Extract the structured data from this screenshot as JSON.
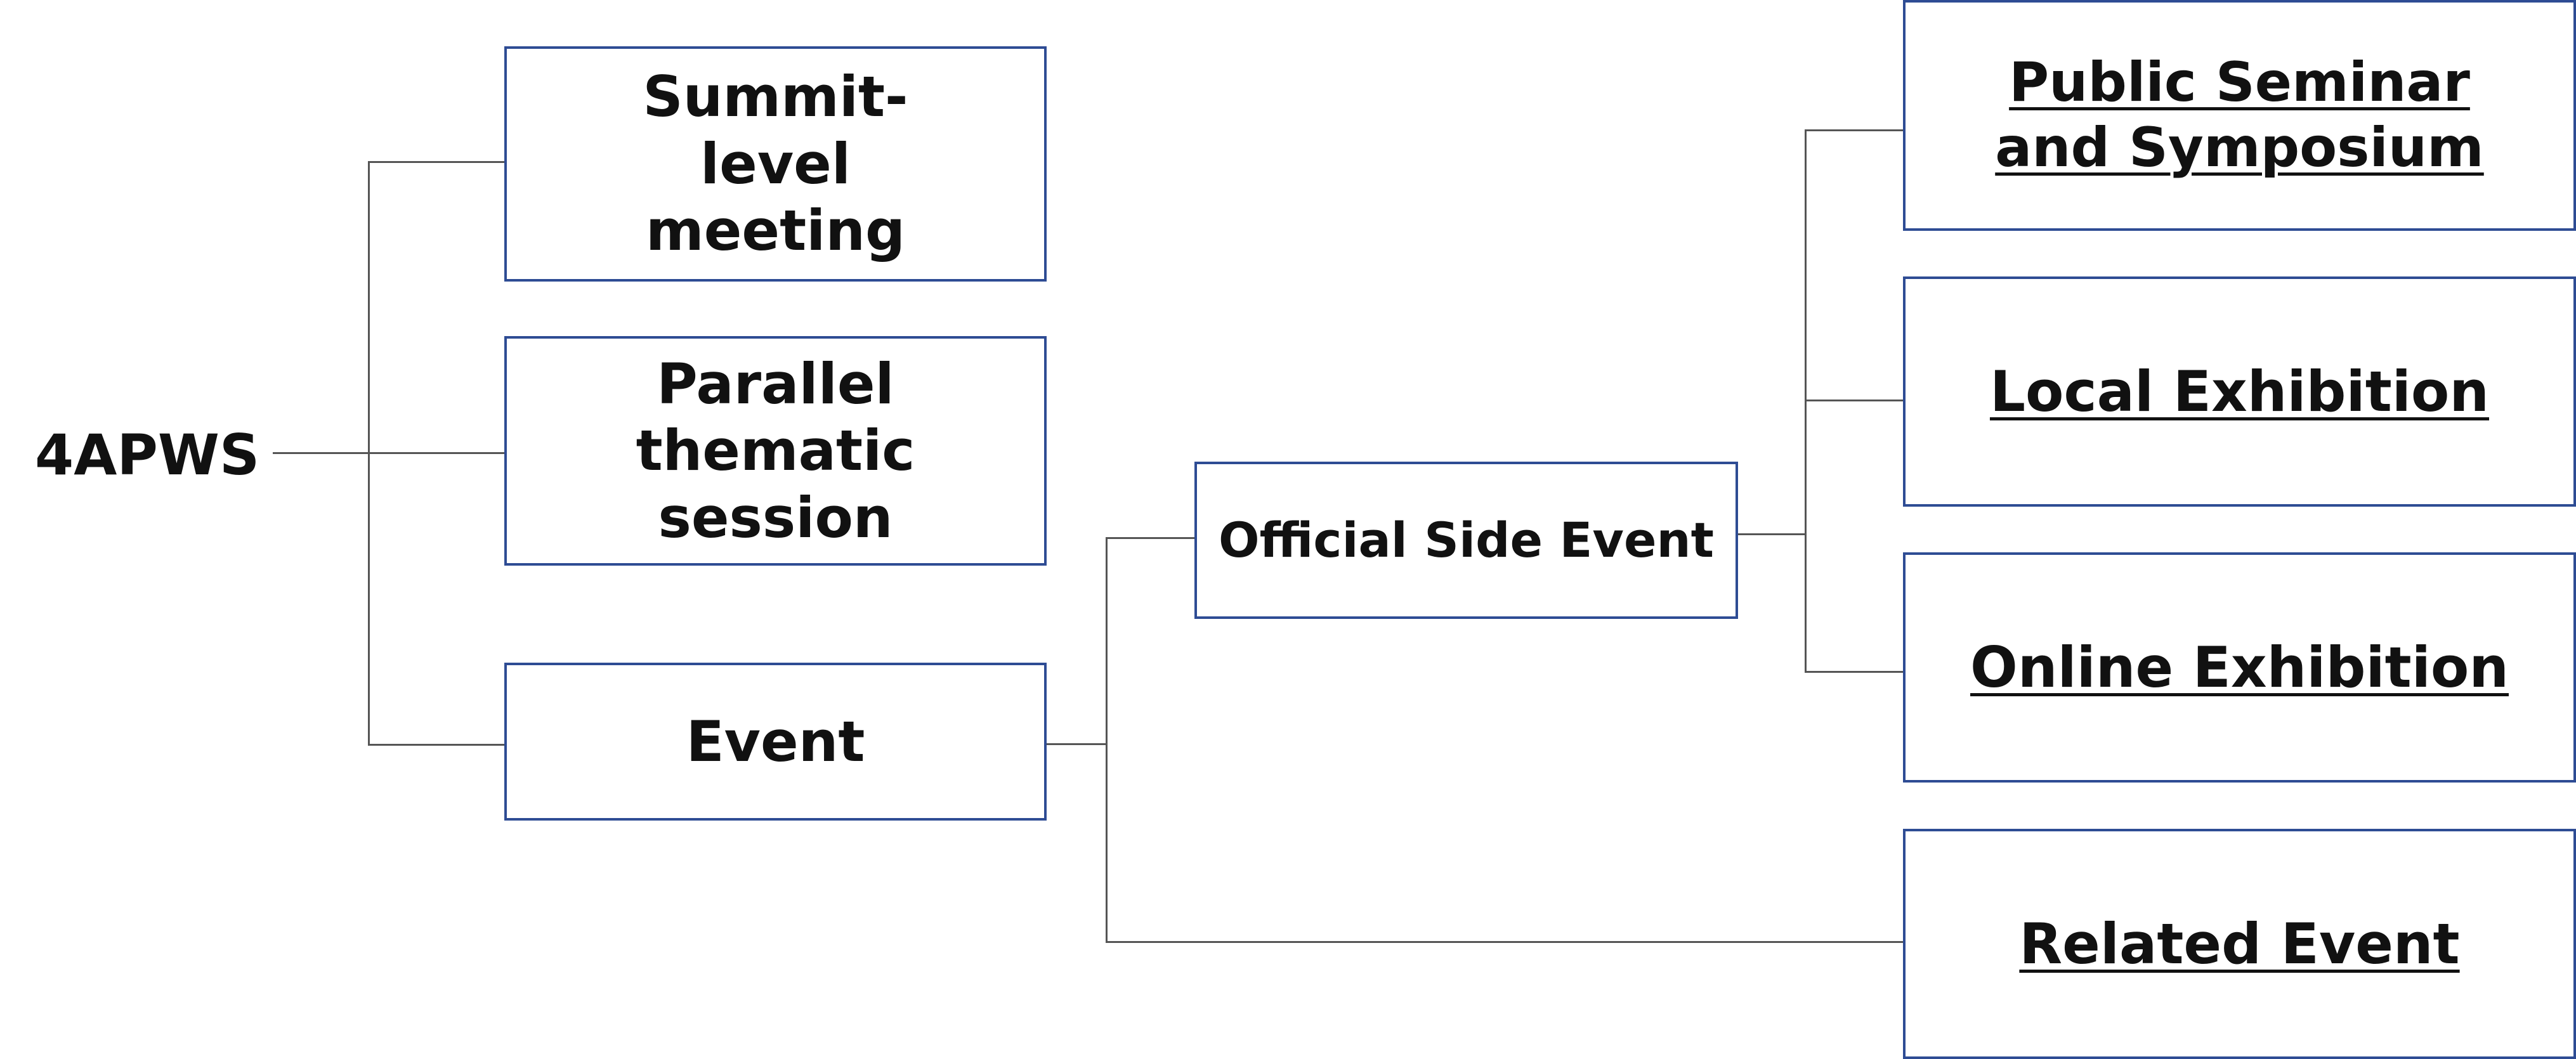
{
  "root": {
    "label": "4APWS"
  },
  "level1": [
    {
      "label": "Summit-level meeting"
    },
    {
      "label": "Parallel thematic session"
    },
    {
      "label": "Event"
    }
  ],
  "level2": {
    "label": "Official Side Event"
  },
  "level3": [
    {
      "label": "Public Seminar and Symposium"
    },
    {
      "label": "Local Exhibition"
    },
    {
      "label": "Online Exhibition"
    },
    {
      "label": "Related Event"
    }
  ],
  "colors": {
    "box_border": "#2E4C94",
    "connector": "#555555",
    "text": "#111111"
  }
}
